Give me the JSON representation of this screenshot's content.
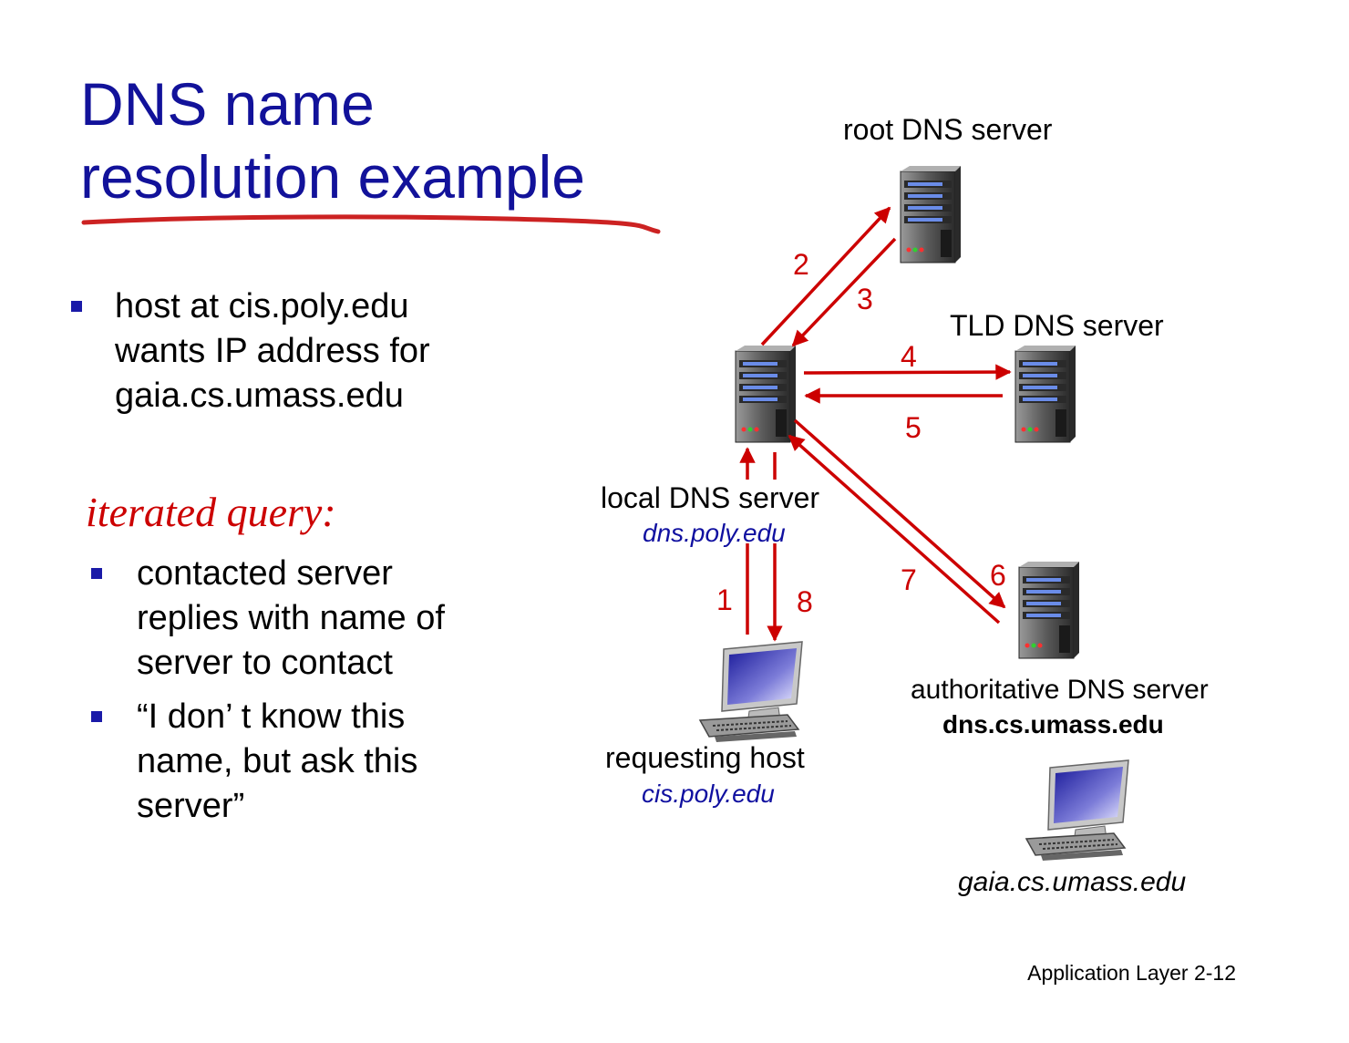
{
  "slide": {
    "title_line1": "DNS name",
    "title_line2": "resolution example",
    "bullet": {
      "line1": "host at cis.poly.edu",
      "line2": "wants IP address for",
      "line3": "gaia.cs.umass.edu"
    },
    "iterated_heading": "iterated query:",
    "sub_bullets": [
      {
        "lines": [
          "contacted server",
          "replies with name of",
          "server to contact"
        ]
      },
      {
        "lines": [
          "“I don’ t know this",
          "name, but ask this",
          "server”"
        ]
      }
    ],
    "footer": "Application Layer 2-12"
  },
  "diagram": {
    "root": {
      "label": "root DNS server"
    },
    "tld": {
      "label": "TLD DNS server"
    },
    "local": {
      "label": "local DNS server",
      "host": "dns.poly.edu"
    },
    "requesting": {
      "label": "requesting host",
      "host": "cis.poly.edu"
    },
    "authoritative": {
      "label": "authoritative DNS server",
      "host": "dns.cs.umass.edu"
    },
    "target": {
      "host": "gaia.cs.umass.edu"
    },
    "steps": [
      "1",
      "2",
      "3",
      "4",
      "5",
      "6",
      "7",
      "8"
    ]
  },
  "colors": {
    "title": "#12129a",
    "accent_red": "#cc0000",
    "bullet": "#1a1aa8",
    "host_text": "#1010a0"
  },
  "icons": {
    "server": "server-tower-icon",
    "computer": "desktop-computer-icon"
  }
}
